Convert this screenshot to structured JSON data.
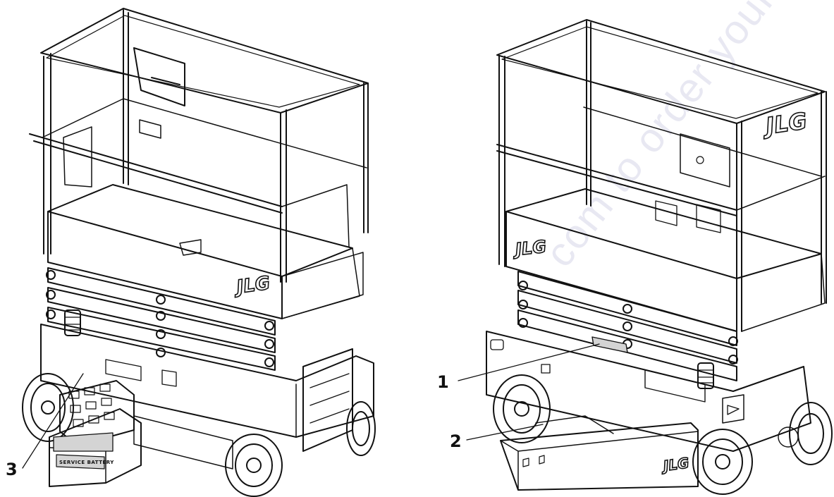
{
  "callouts": [
    {
      "number": "1"
    },
    {
      "number": "2"
    },
    {
      "number": "3"
    }
  ],
  "labels": {
    "brand_left_platform": "JLG",
    "brand_right_rail": "JLG",
    "brand_right_platform": "JLG",
    "brand_right_tray": "JLG",
    "service_battery": "SERVICE BATTERY"
  },
  "watermark": "com to order your parts",
  "colors": {
    "line": "#111111",
    "fill": "#ffffff",
    "shade": "#d4d4d4",
    "watermark": "#e8e8f2"
  }
}
